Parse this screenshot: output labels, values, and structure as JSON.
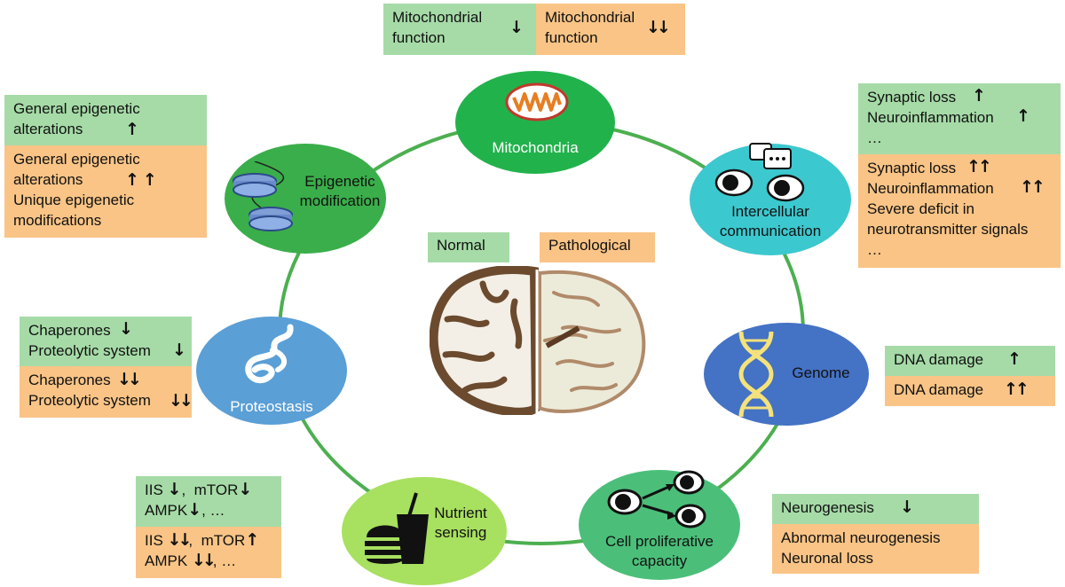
{
  "center": {
    "normal_label": "Normal",
    "pathological_label": "Pathological"
  },
  "nodes": {
    "mitochondria": "Mitochondria",
    "epigenetic": [
      "Epigenetic",
      "modification"
    ],
    "intercellular": [
      "Intercellular",
      "communication"
    ],
    "proteostasis": "Proteostasis",
    "genome": "Genome",
    "nutrient": [
      "Nutrient",
      "sensing"
    ],
    "cell_prolif": [
      "Cell proliferative",
      "capacity"
    ]
  },
  "boxes": {
    "mito_normal": [
      "Mitochondrial",
      "function"
    ],
    "mito_normal_arrow": "↓",
    "mito_path": [
      "Mitochondrial",
      "function"
    ],
    "mito_path_arrow": "↓↓",
    "epi_normal": [
      "General epigenetic",
      "alterations"
    ],
    "epi_normal_arrow": "↑",
    "epi_path": [
      "General epigenetic",
      "alterations",
      "Unique epigenetic",
      "modifications"
    ],
    "epi_path_arrow": "↑↑",
    "inter_normal": [
      "Synaptic loss",
      "Neuroinflammation",
      "…"
    ],
    "inter_normal_arrows": [
      "↑",
      "↑"
    ],
    "inter_path": [
      "Synaptic loss",
      "Neuroinflammation",
      "Severe deficit in",
      "neurotransmitter signals",
      "…"
    ],
    "inter_path_arrows": [
      "↑↑",
      "↑↑"
    ],
    "prot_normal": [
      "Chaperones",
      "Proteolytic system"
    ],
    "prot_normal_arrows": [
      "↓",
      "↓"
    ],
    "prot_path": [
      "Chaperones",
      "Proteolytic system"
    ],
    "prot_path_arrows": [
      "↓↓",
      "↓↓"
    ],
    "genome_normal": "DNA damage",
    "genome_normal_arrow": "↑",
    "genome_path": "DNA damage",
    "genome_path_arrow": "↑↑",
    "nutr_normal": {
      "iis": "IIS",
      "iis_arrow": "↓",
      "sep": ",",
      "mtor": "mTOR",
      "mtor_arrow": "↓",
      "ampk": "AMPK",
      "ampk_arrow": "↓",
      "more": ", …"
    },
    "nutr_path": {
      "iis": "IIS",
      "iis_arrow": "↓↓",
      "sep": ",",
      "mtor": "mTOR",
      "mtor_arrow": "↑",
      "ampk": "AMPK",
      "ampk_arrow": "↓↓",
      "more": ", …"
    },
    "cell_normal": "Neurogenesis",
    "cell_normal_arrow": "↓",
    "cell_path": [
      "Abnormal neurogenesis",
      "Neuronal loss"
    ]
  },
  "colors": {
    "normal_box": "#a6dba7",
    "pathological_box": "#f9c486",
    "ring": "#4caf50",
    "mitochondria": "#22b24c",
    "epigenetic": "#3aae4a",
    "intercellular": "#3cc8cf",
    "proteostasis": "#5a9fd6",
    "genome": "#4472c4",
    "nutrient": "#a8e060",
    "cell_prolif": "#4bbf7a"
  },
  "icons": [
    "mitochondria-icon",
    "histone-icon",
    "chat-eyes-icon",
    "protein-icon",
    "dna-icon",
    "fast-food-icon",
    "dividing-cells-icon",
    "brain-icon"
  ]
}
